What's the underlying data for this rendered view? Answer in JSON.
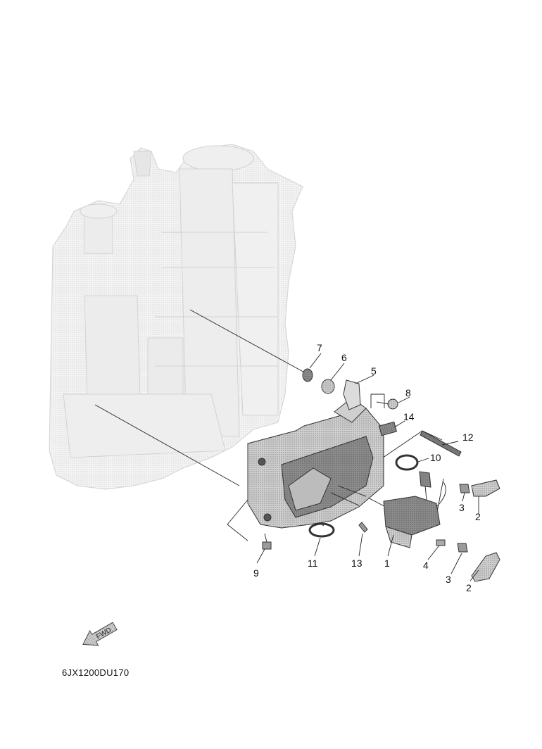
{
  "diagram": {
    "fwd_label": "FWD",
    "drawing_code": "6JX1200DU170",
    "callouts": [
      {
        "id": "c1",
        "text": "1"
      },
      {
        "id": "c2a",
        "text": "2"
      },
      {
        "id": "c2b",
        "text": "2"
      },
      {
        "id": "c3a",
        "text": "3"
      },
      {
        "id": "c3b",
        "text": "3"
      },
      {
        "id": "c4",
        "text": "4"
      },
      {
        "id": "c5",
        "text": "5"
      },
      {
        "id": "c6",
        "text": "6"
      },
      {
        "id": "c7",
        "text": "7"
      },
      {
        "id": "c8",
        "text": "8"
      },
      {
        "id": "c9",
        "text": "9"
      },
      {
        "id": "c10",
        "text": "10"
      },
      {
        "id": "c11",
        "text": "11"
      },
      {
        "id": "c12",
        "text": "12"
      },
      {
        "id": "c13",
        "text": "13"
      },
      {
        "id": "c14",
        "text": "14"
      }
    ]
  }
}
